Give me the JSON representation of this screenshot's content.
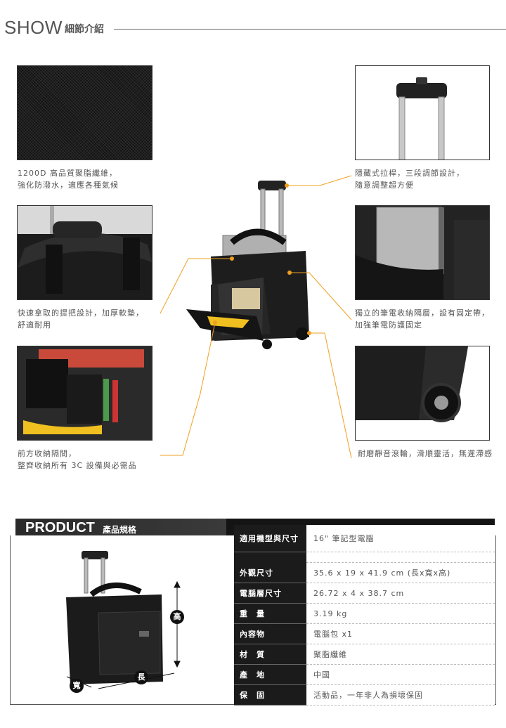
{
  "show": {
    "title": "SHOW",
    "subtitle": "細節介紹"
  },
  "details": {
    "fabric": {
      "line1": "1200D 高品質聚脂纖維，",
      "line2": "強化防潑水，適應各種氣候"
    },
    "handle": {
      "line1": "隱藏式拉桿，三段調節設計，",
      "line2": "隨意調整超方便"
    },
    "grip": {
      "line1": "快速拿取的提把設計，加厚軟墊，",
      "line2": "舒適耐用"
    },
    "laptop": {
      "line1": "獨立的筆電收納隔層，設有固定帶，",
      "line2": "加強筆電防護固定"
    },
    "front": {
      "line1": "前方收納隔間，",
      "line2": "整齊收納所有 3C 設備與必需品"
    },
    "wheel": {
      "line1": "耐磨靜音滾輪，滑順靈活，無遲滯感"
    }
  },
  "product": {
    "title": "PRODUCT",
    "subtitle": "產品規格",
    "dims": {
      "height": "高",
      "length": "長",
      "width": "寬"
    },
    "specs": [
      {
        "key": "適用機型與尺寸",
        "value": "16\" 筆記型電腦"
      },
      {
        "key": "外觀尺寸",
        "value": "35.6 x 19 x 41.9 cm (長x寬x高)"
      },
      {
        "key": "電腦層尺寸",
        "value": "26.72 x 4 x 38.7 cm"
      },
      {
        "key": "重　量",
        "value": "3.19 kg"
      },
      {
        "key": "內容物",
        "value": "電腦包 x1"
      },
      {
        "key": "材　質",
        "value": "聚脂纖維"
      },
      {
        "key": "產　地",
        "value": "中國"
      },
      {
        "key": "保　固",
        "value": "活動品，一年非人為損壞保固"
      }
    ]
  },
  "colors": {
    "accent": "#f0a020",
    "dark": "#1b1b1b"
  }
}
